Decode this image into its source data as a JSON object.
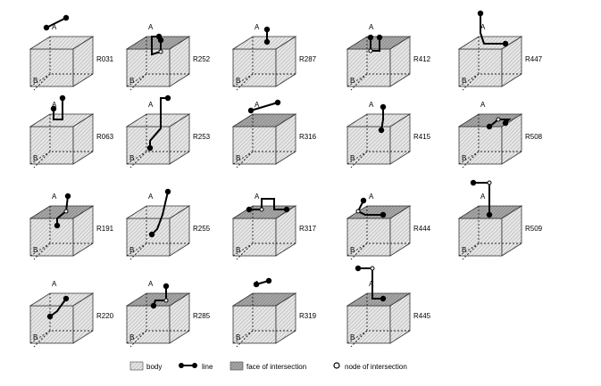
{
  "diagram": {
    "point_a": "A",
    "point_b": "B",
    "relations": [
      {
        "code": "R031"
      },
      {
        "code": "R252"
      },
      {
        "code": "R287"
      },
      {
        "code": "R412"
      },
      {
        "code": "R447"
      },
      {
        "code": "R063"
      },
      {
        "code": "R253"
      },
      {
        "code": "R316"
      },
      {
        "code": "R415"
      },
      {
        "code": "R508"
      },
      {
        "code": "R191"
      },
      {
        "code": "R255"
      },
      {
        "code": "R317"
      },
      {
        "code": "R444"
      },
      {
        "code": "R509"
      },
      {
        "code": "R220"
      },
      {
        "code": "R285"
      },
      {
        "code": "R319"
      },
      {
        "code": "R445"
      }
    ]
  },
  "legend": {
    "body": "body",
    "line": "line",
    "face": "face of intersection",
    "node": "node of intersection"
  }
}
